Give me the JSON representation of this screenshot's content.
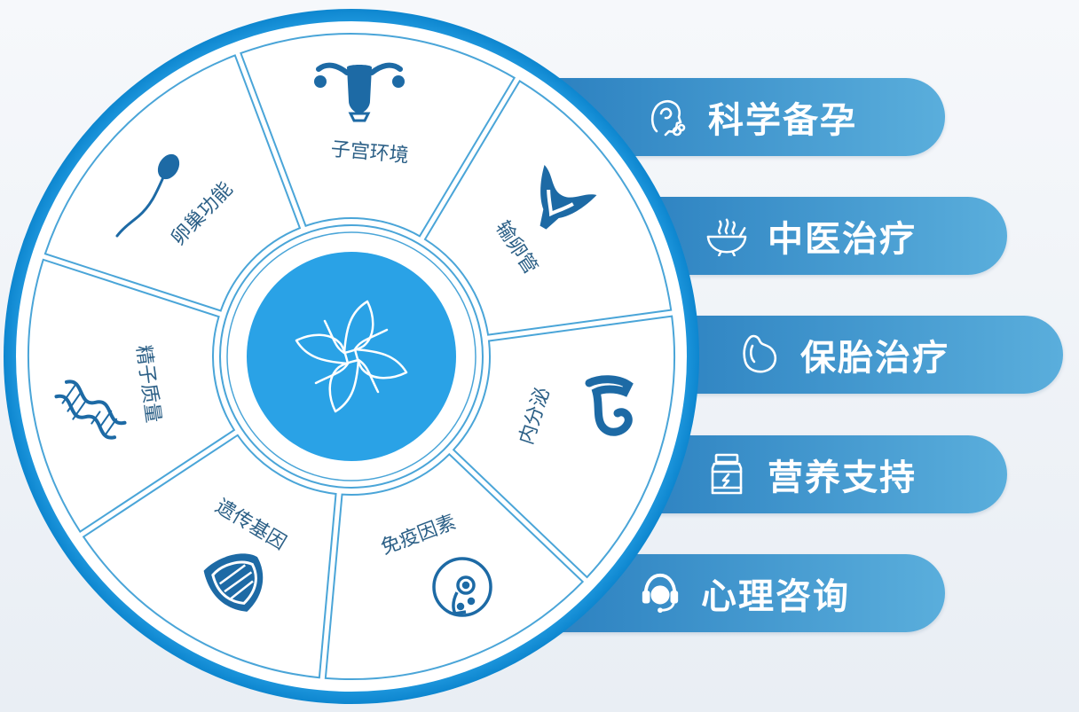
{
  "center": {
    "icon": "clover-leaf-logo-icon"
  },
  "segments": [
    {
      "label": "卵巢功能",
      "icon": "uterus-ovary-icon"
    },
    {
      "label": "子宫环境",
      "icon": "uterus-icon"
    },
    {
      "label": "输卵管",
      "icon": "fallopian-tube-icon"
    },
    {
      "label": "内分泌",
      "icon": "endocrine-icon"
    },
    {
      "label": "免疫因素",
      "icon": "immune-shield-icon"
    },
    {
      "label": "遗传基因",
      "icon": "dna-icon"
    },
    {
      "label": "精子质量",
      "icon": "sperm-icon"
    }
  ],
  "services": [
    {
      "label": "科学备孕",
      "icon": "head-profile-icon"
    },
    {
      "label": "中医治疗",
      "icon": "herbal-bowl-icon"
    },
    {
      "label": "保胎治疗",
      "icon": "womb-icon"
    },
    {
      "label": "营养支持",
      "icon": "supplement-jar-icon"
    },
    {
      "label": "心理咨询",
      "icon": "headset-support-icon"
    }
  ],
  "colors": {
    "primary": "#1a9be0",
    "segment_fill": "#ffffff",
    "segment_stroke": "#4aa5d8",
    "icon": "#1d6aa5",
    "pill_start": "#2a7fbf",
    "pill_end": "#5aaedc"
  }
}
